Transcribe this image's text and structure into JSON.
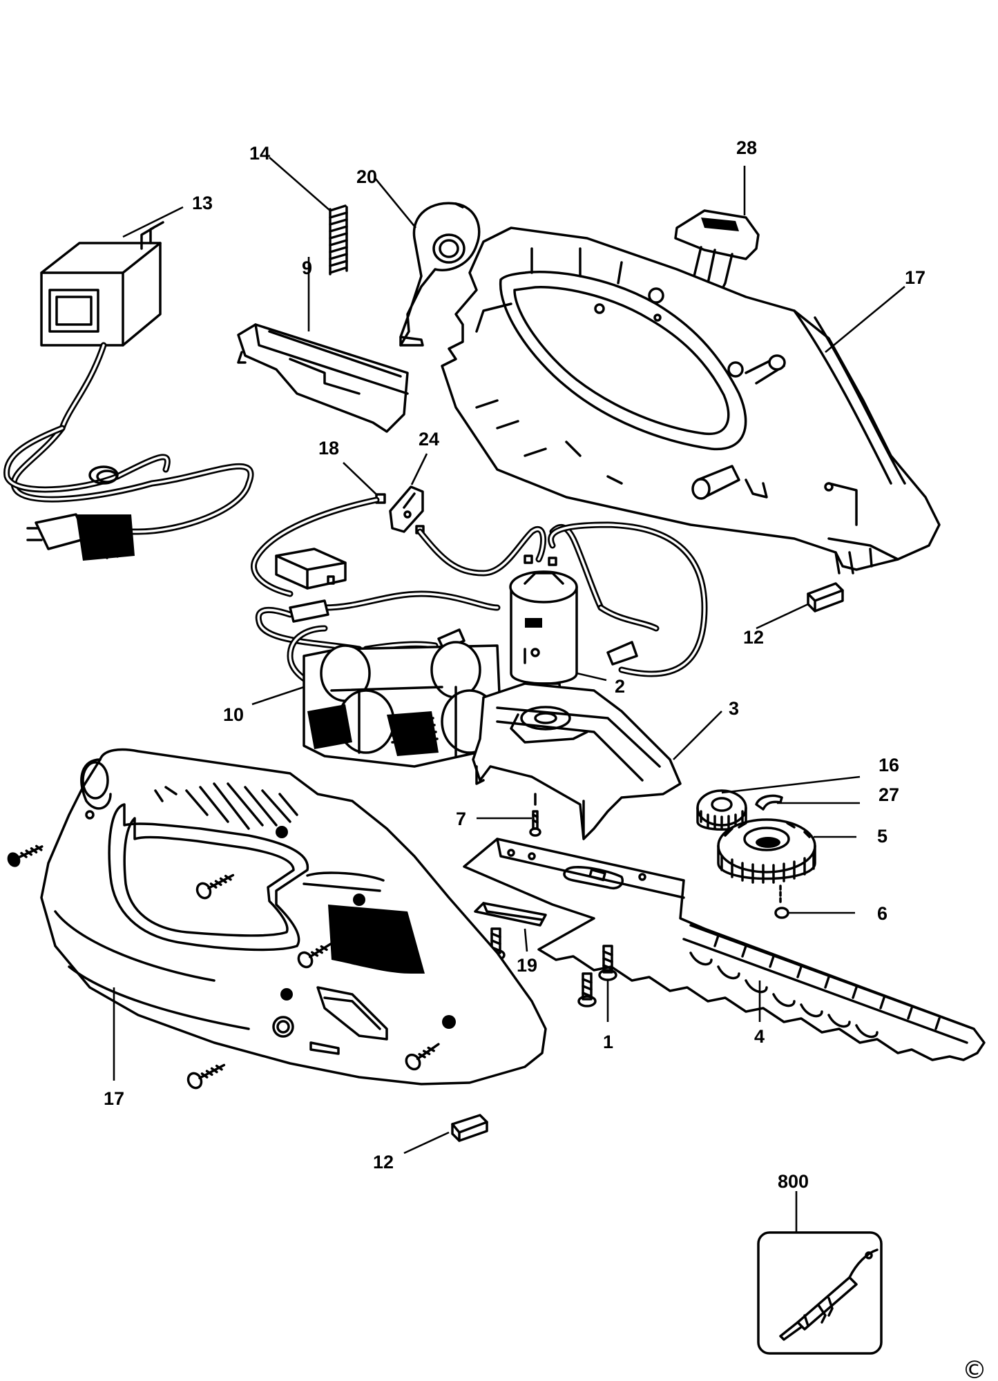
{
  "diagram": {
    "part_labels": {
      "p1": "1",
      "p2": "2",
      "p3": "3",
      "p4": "4",
      "p5": "5",
      "p6": "6",
      "p7": "7",
      "p9": "9",
      "p10": "10",
      "p12_top": "12",
      "p12_bottom": "12",
      "p13": "13",
      "p14": "14",
      "p16": "16",
      "p17_top": "17",
      "p17_bottom": "17",
      "p18": "18",
      "p19": "19",
      "p20": "20",
      "p24": "24",
      "p27": "27",
      "p28": "28",
      "p800": "800"
    },
    "copyright_symbol": "©"
  }
}
